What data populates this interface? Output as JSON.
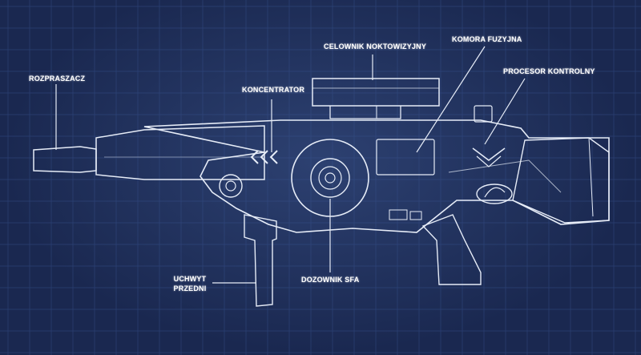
{
  "labels": {
    "rozpraszacz": "ROZPRASZACZ",
    "koncentrator": "KONCENTRATOR",
    "celownik": "CELOWNIK NOKTOWIZYJNY",
    "komora": "KOMORA FUZYJNA",
    "procesor": "PROCESOR KONTROLNY",
    "uchwyt_line1": "UCHWYT",
    "uchwyt_line2": "PRZEDNI",
    "dozownik": "DOZOWNIK SFA"
  },
  "colors": {
    "background": "#1a2850",
    "grid": "#3a5590",
    "line": "#e6ecf7"
  }
}
